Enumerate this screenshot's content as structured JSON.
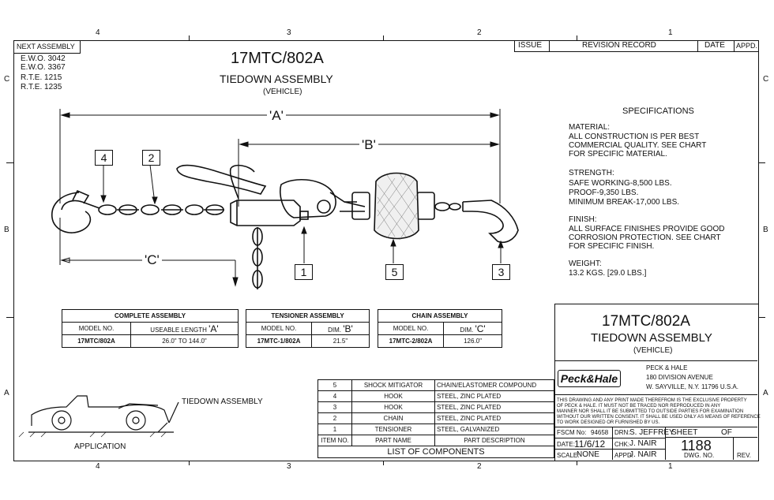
{
  "zones": {
    "top": [
      "4",
      "3",
      "2",
      "1"
    ],
    "bottom": [
      "4",
      "3",
      "2",
      "1"
    ],
    "left": [
      "C",
      "B",
      "A"
    ],
    "right": [
      "C",
      "B",
      "A"
    ]
  },
  "next_assembly": {
    "label": "NEXT ASSEMBLY",
    "lines": [
      "E.W.O. 3042",
      "E.W.O. 3367",
      "R.T.E. 1215",
      "R.T.E. 1235"
    ]
  },
  "revision": {
    "issue": "ISSUE",
    "record": "REVISION RECORD",
    "date": "DATE",
    "appd": "APPD."
  },
  "title": {
    "model": "17MTC/802A",
    "name": "TIEDOWN ASSEMBLY",
    "sub": "(VEHICLE)"
  },
  "dims": {
    "a": "'A'",
    "b": "'B'",
    "c": "'C'"
  },
  "callouts": [
    "4",
    "2",
    "1",
    "5",
    "3"
  ],
  "specs": {
    "heading": "SPECIFICATIONS",
    "material_h": "MATERIAL:",
    "material": [
      "ALL CONSTRUCTION IS PER BEST",
      "COMMERCIAL QUALITY. SEE CHART",
      "FOR SPECIFIC MATERIAL."
    ],
    "strength_h": "STRENGTH:",
    "strength": [
      "SAFE WORKING-8,500 LBS.",
      "PROOF-9,350 LBS.",
      "MINIMUM BREAK-17,000 LBS."
    ],
    "finish_h": "FINISH:",
    "finish": [
      "ALL SURFACE FINISHES PROVIDE GOOD",
      "CORROSION PROTECTION. SEE CHART",
      "FOR SPECIFIC FINISH."
    ],
    "weight_h": "WEIGHT:",
    "weight": "13.2 KGS. [29.0 LBS.]"
  },
  "complete_assembly": {
    "title": "COMPLETE ASSEMBLY",
    "h1": "MODEL NO.",
    "h2": "USEABLE LENGTH",
    "h2dim": "'A'",
    "model": "17MTC/802A",
    "value": "26.0\" TO 144.0\""
  },
  "tensioner_assembly": {
    "title": "TENSIONER ASSEMBLY",
    "h1": "MODEL NO.",
    "h2": "DIM.",
    "h2dim": "'B'",
    "model": "17MTC-1/802A",
    "value": "21.5\""
  },
  "chain_assembly": {
    "title": "CHAIN ASSEMBLY",
    "h1": "MODEL NO.",
    "h2": "DIM.",
    "h2dim": "'C'",
    "model": "17MTC-2/802A",
    "value": "126.0\""
  },
  "components": {
    "rows": [
      {
        "item": "5",
        "name": "SHOCK MITIGATOR",
        "desc": "CHAIN/ELASTOMER COMPOUND"
      },
      {
        "item": "4",
        "name": "HOOK",
        "desc": "STEEL, ZINC PLATED"
      },
      {
        "item": "3",
        "name": "HOOK",
        "desc": "STEEL, ZINC PLATED"
      },
      {
        "item": "2",
        "name": "CHAIN",
        "desc": "STEEL, ZINC PLATED"
      },
      {
        "item": "1",
        "name": "TENSIONER",
        "desc": "STEEL, GALVANIZED"
      }
    ],
    "h_item": "ITEM NO.",
    "h_name": "PART NAME",
    "h_desc": "PART DESCRIPTION",
    "footer": "LIST OF COMPONENTS"
  },
  "title_block": {
    "model": "17MTC/802A",
    "name": "TIEDOWN ASSEMBLY",
    "sub": "(VEHICLE)",
    "logo": "Peck&Hale",
    "company": [
      "PECK & HALE",
      "180 DIVISION AVENUE",
      "W. SAYVILLE, N.Y. 11796 U.S.A."
    ],
    "notice": [
      "THIS DRAWING AND ANY PRINT MADE THEREFROM IS THE EXCLUSIVE PROPERTY",
      "OF PECK & HALE. IT MUST NOT BE TRACED NOR REPRODUCED IN ANY",
      "MANNER NOR SHALL IT BE SUBMITTED TO OUTSIDE PARTIES FOR EXAMINATION",
      "WITHOUT OUR WRITTEN CONSENT. IT SHALL BE USED ONLY AS MEANS OF REFERENCE",
      "TO WORK DESIGNED OR FURNISHED BY US."
    ],
    "fscm_l": "FSCM No:",
    "fscm": "94658",
    "drn_l": "DRN:",
    "drn": "S. JEFFREY",
    "date_l": "DATE:",
    "date": "11/6/12",
    "chk_l": "CHK:",
    "chk": "J. NAIR",
    "scale_l": "SCALE:",
    "scale": "NONE",
    "appd_l": "APPD:",
    "appd": "J. NAIR",
    "sheet": "SHEET",
    "of": "OF",
    "dwg": "1188",
    "dwg_l": "DWG. NO.",
    "rev": "REV."
  },
  "application": {
    "label": "APPLICATION",
    "callout": "TIEDOWN ASSEMBLY"
  }
}
